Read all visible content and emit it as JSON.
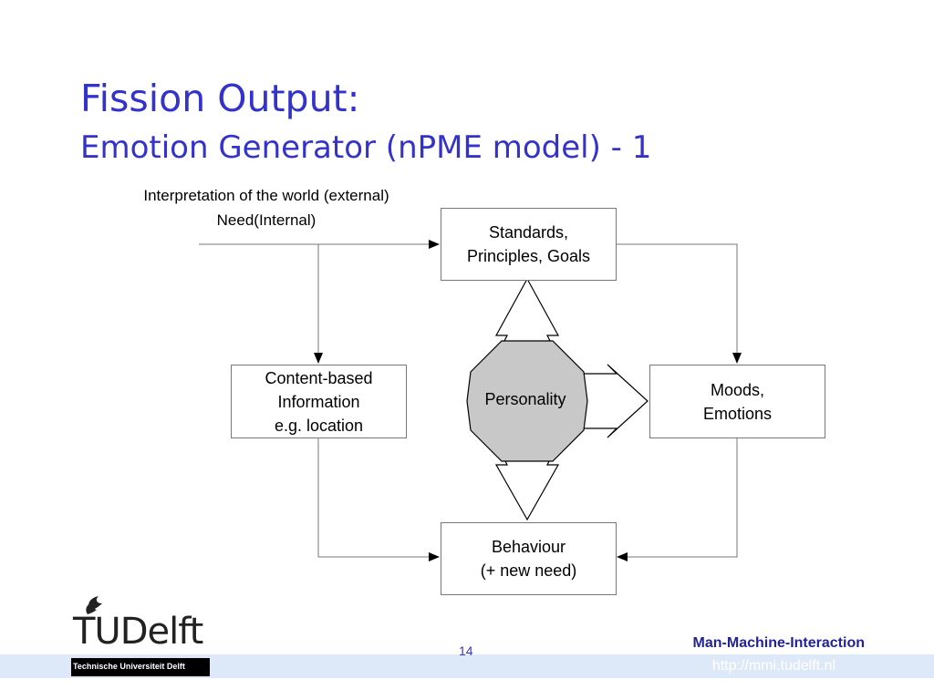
{
  "slide": {
    "title_line1": "Fission Output:",
    "title_line2": "Emotion Generator (nPME model) - 1"
  },
  "diagram": {
    "input_label_line1": "Interpretation of the world (external)",
    "input_label_line2": "Need(Internal)",
    "standards_box": {
      "line1": "Standards,",
      "line2": "Principles, Goals"
    },
    "content_box": {
      "line1": "Content-based",
      "line2": "Information",
      "line3": "e.g. location"
    },
    "personality_label": "Personality",
    "moods_box": {
      "line1": "Moods,",
      "line2": "Emotions"
    },
    "behaviour_box": {
      "line1": "Behaviour",
      "line2": "(+ new need)"
    }
  },
  "footer": {
    "logo_text": "TUDelft",
    "logo_subtitle": "Technische Universiteit Delft",
    "page_number": "14",
    "group_name": "Man-Machine-Interaction",
    "url": "http://mmi.tudelft.nl"
  },
  "colors": {
    "title": "#3333cc",
    "personality_fill": "#c8c8c8",
    "footer_band": "#dde9f8",
    "group_name": "#22229a"
  }
}
